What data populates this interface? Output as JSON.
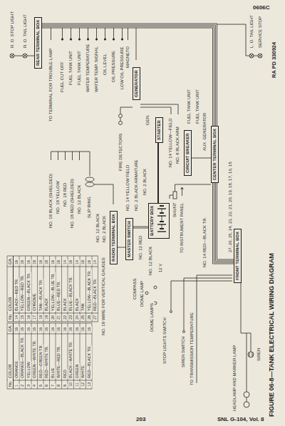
{
  "diagram": {
    "title": "FIGURE 06-8—TANK ELECTRICAL WIRING DIAGRAM",
    "nodes": [
      {
        "text": [
          "REAR TERMINAL BOX"
        ]
      },
      {
        "text": [
          "GENERATOR"
        ]
      },
      {
        "text": [
          "STARTER"
        ]
      },
      {
        "text": [
          "CIRCUIT BREAKER"
        ]
      },
      {
        "text": [
          "CENTER TERMINAL BOX"
        ]
      },
      {
        "text": [
          "RADIO TERMINAL BOX"
        ]
      },
      {
        "text": [
          "MASTER SWITCH"
        ]
      },
      {
        "text": [
          "BATTERY BOX"
        ]
      },
      {
        "text": [
          "FRONT TERMINAL BOX"
        ]
      }
    ],
    "edges": [
      {
        "from": 0,
        "to": 4,
        "arrow": "none"
      },
      {
        "from": 4,
        "to": 8,
        "arrow": "none"
      },
      {
        "from": 4,
        "to": 3,
        "arrow": "none"
      },
      {
        "from": 7,
        "to": 6,
        "arrow": "none"
      },
      {
        "from": 6,
        "to": 5,
        "arrow": "none"
      },
      {
        "from": 7,
        "to": 2,
        "arrow": "none"
      }
    ],
    "labels": [
      "R. O. STOP LIGHT",
      "R. O. TAIL LIGHT",
      "TO TERMINAL FOR TROUBLE LAMP",
      "FUEL CUT OFF",
      "FUEL TANK UNIT",
      "FUEL TANK UNIT",
      "WATER TEMPERATURE",
      "WATER TEMP. SIGNAL",
      "OIL LEVEL",
      "OIL PRESSURE",
      "LOW OIL PRESSURE",
      "MAGNETO",
      "GEN.",
      "FIRE DETECTORS",
      "NO. 14 YELLOW FIELD",
      "NO. 2 BLACK ARMATURE",
      "NO. 2 BLACK",
      "NO. 14 YELLOW—FIELD",
      "NO. 8 BLACK ARM",
      "FUEL TANK UNIT",
      "FUEL TANK UNIT",
      "AUX. GENERATOR",
      "SHUNT",
      "TO INSTRUMENT PANEL",
      "NO. 14 RED—BLACK TR.",
      "27, 26, 25, 24, 23, 22, 21, 20, 19, 18, 17, 16, 15",
      "NO. 18 BLACK (SHIELDED)",
      "NO. 18 YELLOW",
      "NO. 18 RED",
      "NO. 18 RED (SHIELDED)",
      "NO. 12 BLACK",
      "SLIP RING",
      "NO. 12 BLACK",
      "NO. 2 BLACK",
      "NO. 18 WIRE FOR VERTICAL GAUGES",
      "NO. 12 RED",
      "NO. 12 BLACK",
      "12 V",
      "COMPASS",
      "DOME LAMP",
      "DOME LAMPS",
      "STOP LIGHTS SWITCH",
      "SIREN SWITCH",
      "TO TRANSMISSION TEMPERATURE",
      "HEADLAMP AND MARKER LAMP",
      "SIREN",
      "L. O. TAIL LIGHT",
      "SERVICE STOP",
      "RA PD 330924",
      "0606C",
      "203",
      "SNL G-104, Vol. 8",
      "No.",
      "COLOR",
      "GA.",
      "1",
      "ORANGE",
      "16",
      "2",
      "ORANGE—BLACK TR.",
      "16",
      "3",
      "YELLOW",
      "16",
      "4",
      "GREEN—WHITE TR.",
      "16",
      "5",
      "RED—GREEN TR.",
      "16",
      "6",
      "RED—WHITE TR.",
      "16",
      "7",
      "BLUE",
      "16",
      "8",
      "WHITE—RED TR.",
      "16",
      "9",
      "RED",
      "16",
      "10",
      "BLACK—WHITE TR.",
      "16",
      "11",
      "GREEN",
      "16",
      "12",
      "WHITE",
      "16",
      "13",
      "RED—BLACK TR.",
      "16",
      "No.",
      "COLOR",
      "GA.",
      "14",
      "BLACK—RED TR.",
      "16",
      "15",
      "YELLOW—RED TR.",
      "16",
      "16",
      "GREEN—BLACK TR.",
      "16",
      "17",
      "CHROME",
      "16",
      "18",
      "TAN—BLACK TR.",
      "16",
      "19",
      "BLACK",
      "16",
      "20",
      "YELLOW—BLUE TR.",
      "16",
      "21",
      "BLUE—RED TR.",
      "16",
      "22",
      "BLACK",
      "14",
      "23",
      "BLUE—BLACK TR.",
      "16",
      "24",
      "BLACK",
      "14",
      "25",
      "TAN",
      "16",
      "26",
      "YELLOW—BLACK TR.",
      "16",
      "27",
      "RED—BLACK TR.",
      "14"
    ]
  }
}
